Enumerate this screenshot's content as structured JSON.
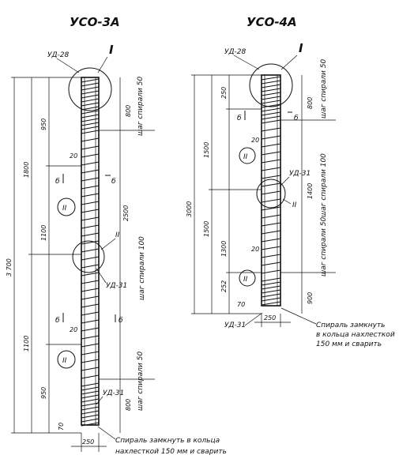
{
  "column_a": {
    "title": "УСО-3А",
    "node_label_top": "УД-28",
    "roman_1": "I",
    "roman_2": "II",
    "ud31_mid": "УД-31",
    "ud31_bottom": "УД-31",
    "dims_left": [
      "950",
      "1800",
      "1100",
      "3 700",
      "1100",
      "950",
      "70"
    ],
    "dims_right": [
      "800",
      "2500",
      "800"
    ],
    "spiral_top": "шаг спирали 50",
    "spiral_mid": "шаг спирали 100",
    "spiral_bottom": "шаг спирали 50",
    "section_mark_1": "б",
    "section_mark_2": "б",
    "section_mark_3": "б",
    "section_mark_4": "б",
    "circle_label_1": "II",
    "circle_label_2": "II",
    "size_20a": "20",
    "size_20b": "20",
    "bottom_width": "250",
    "note_line1": "Спираль замкнуть в кольца",
    "note_line2": "нахлесткой 150 мм и сварить"
  },
  "column_b": {
    "title": "УСО-4А",
    "node_label_top": "УД-28",
    "roman_1": "I",
    "roman_2": "II",
    "ud31_mid": "УД-31",
    "ud31_bottom": "УД-31",
    "dims_left": [
      "250",
      "1500",
      "3000",
      "1500",
      "1300",
      "252",
      "70"
    ],
    "dims_right": [
      "800",
      "1400",
      "900"
    ],
    "spiral_top": "шаг спирали 50",
    "spiral_mid": "шаг спирали 100",
    "spiral_bottom": "шаг спирали 50",
    "section_mark_1": "б",
    "section_mark_2": "б",
    "circle_label_1": "II",
    "circle_label_2": "II",
    "size_20a": "20",
    "size_20b": "20",
    "bottom_width": "250",
    "note_line1": "Спираль замкнуть",
    "note_line2": "в кольца нахлесткой",
    "note_line3": "150 мм и сварить"
  }
}
